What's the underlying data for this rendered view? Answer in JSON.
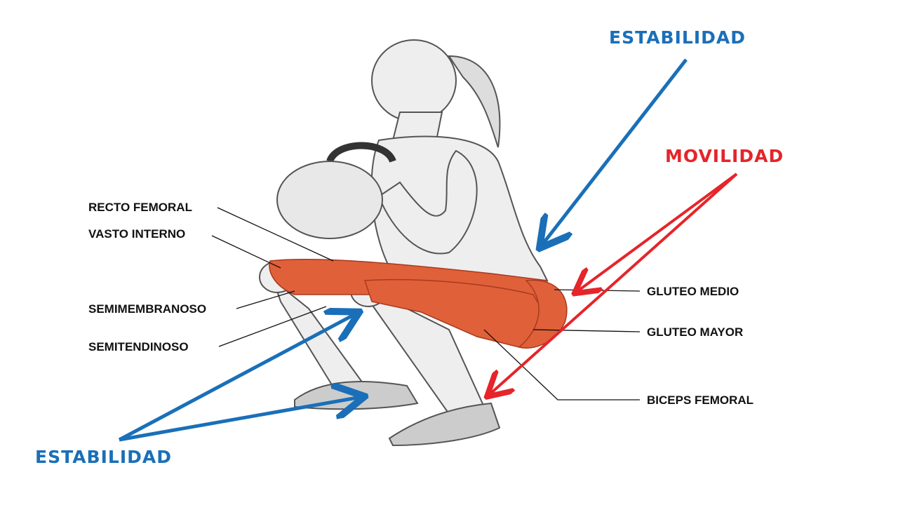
{
  "colors": {
    "stability": "#1a6fb8",
    "mobility": "#e5252a",
    "muscle": "#e0603a",
    "ink": "#111111"
  },
  "headings": {
    "stability_top": "ESTABILIDAD",
    "mobility": "MOVILIDAD",
    "stability_bottom": "ESTABILIDAD"
  },
  "labels": {
    "recto_femoral": "RECTO FEMORAL",
    "vasto_interno": "VASTO INTERNO",
    "semimembranoso": "SEMIMEMBRANOSO",
    "semitendinoso": "SEMITENDINOSO",
    "gluteo_medio": "GLUTEO MEDIO",
    "gluteo_mayor": "GLUTEO MAYOR",
    "biceps_femoral": "BICEPS FEMORAL"
  }
}
